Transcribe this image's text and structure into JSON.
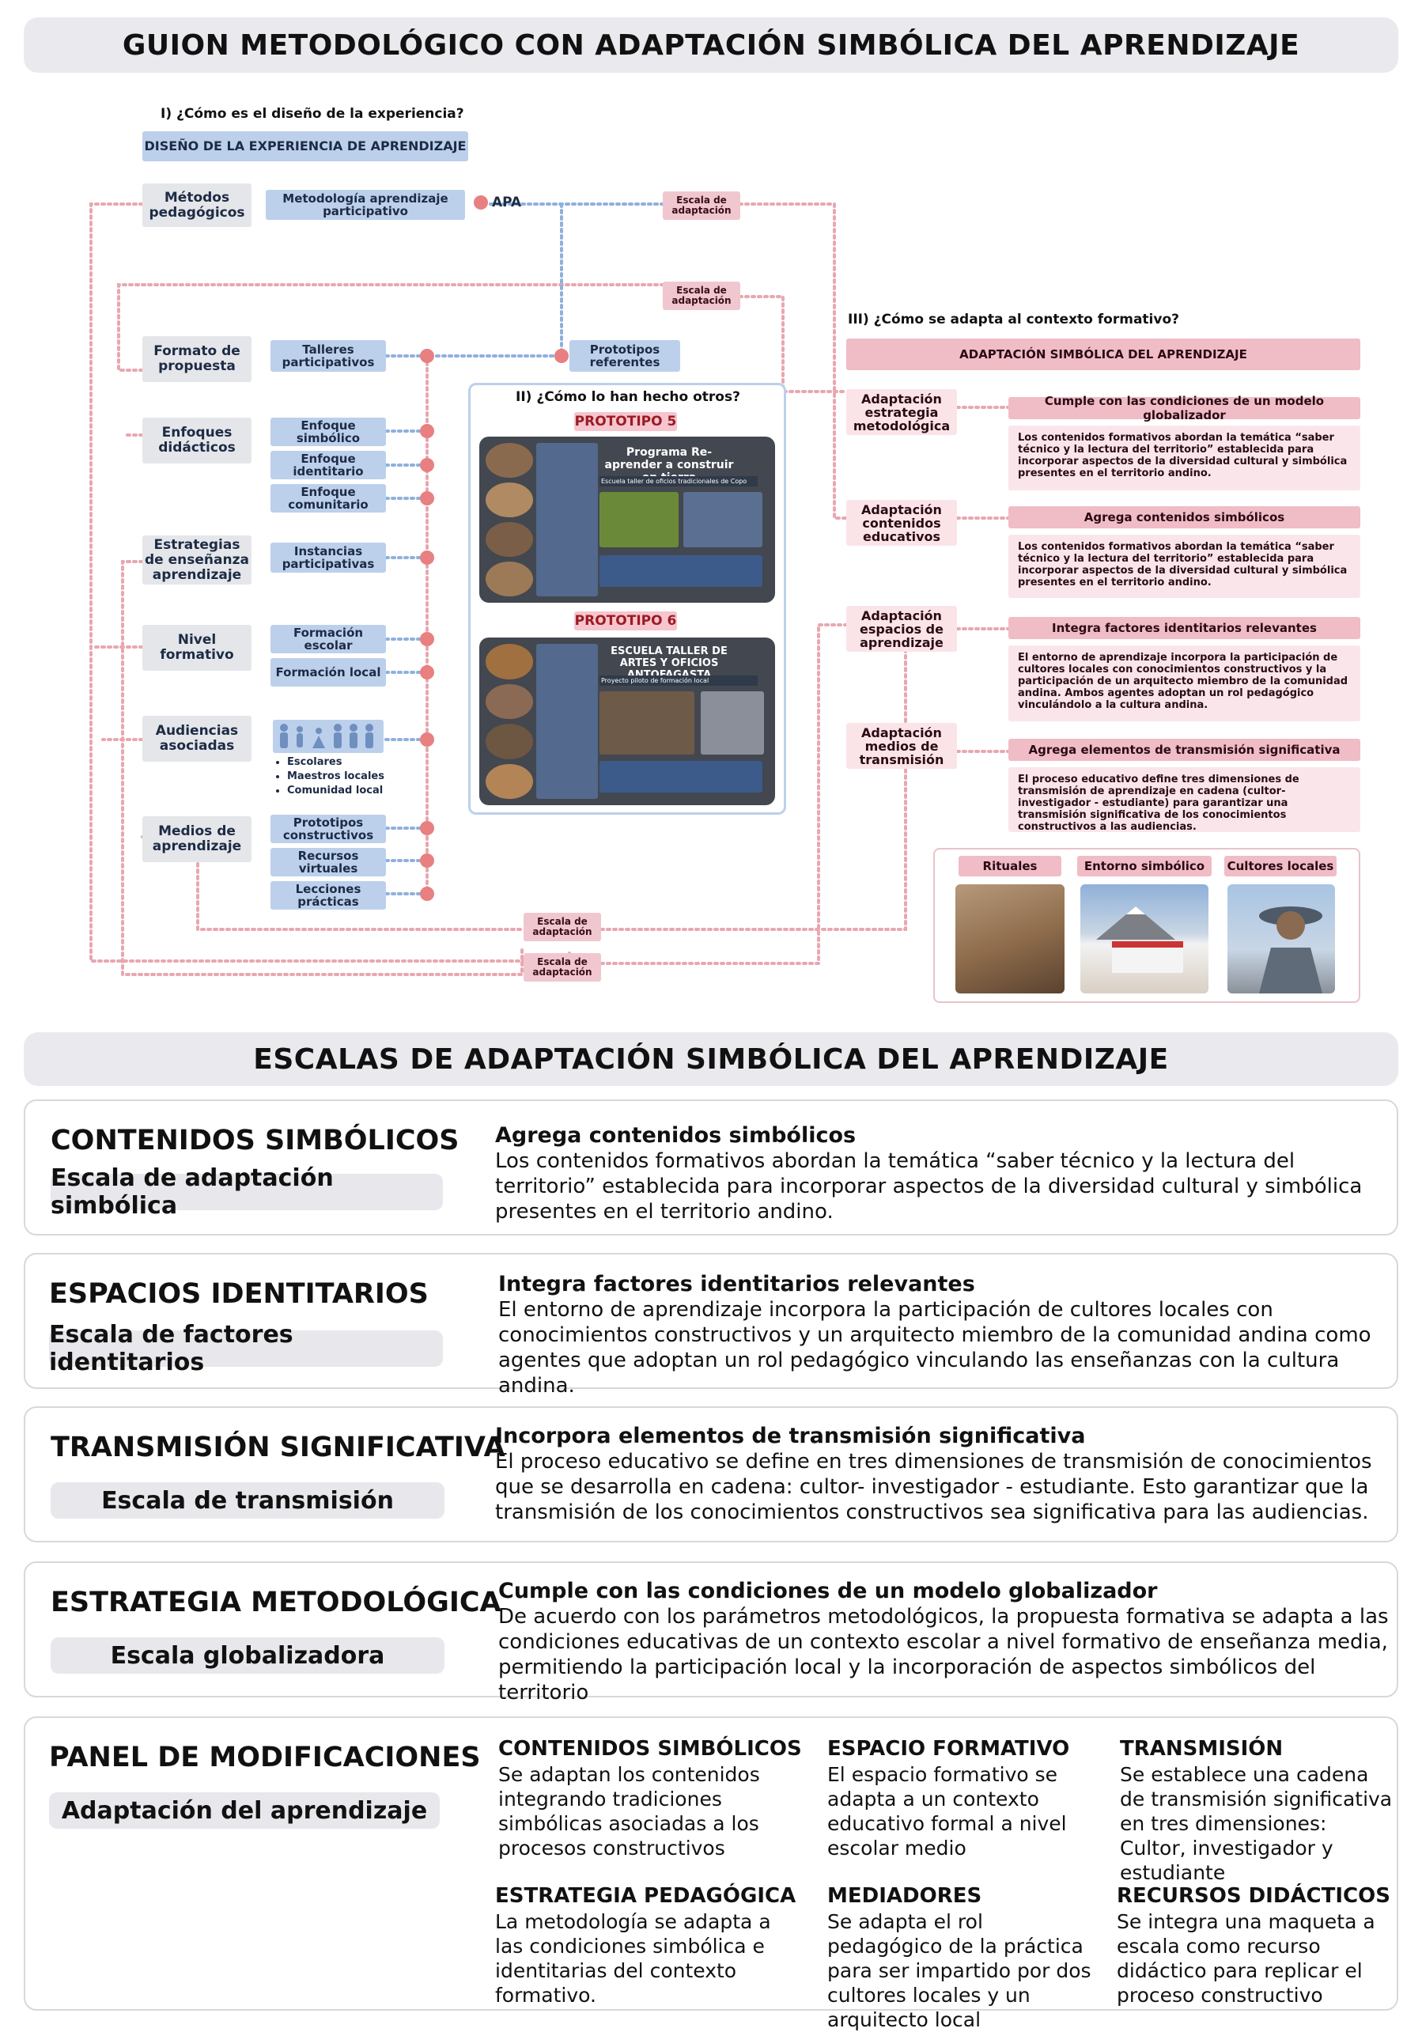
{
  "title": "GUION METODOLÓGICO CON ADAPTACIÓN SIMBÓLICA DEL APRENDIZAJE",
  "section1": {
    "question": "I) ¿Cómo es el diseño de la experiencia?",
    "header": "DISEÑO DE LA EXPERIENCIA DE APRENDIZAJE",
    "rows": {
      "metodos": "Métodos pedagógicos",
      "formato": "Formato de propuesta",
      "enfoques": "Enfoques didácticos",
      "estrategias": "Estrategias de enseñanza aprendizaje",
      "nivel": "Nivel formativo",
      "audiencias": "Audiencias asociadas",
      "medios": "Medios de aprendizaje"
    },
    "items": {
      "metodologia": "Metodología aprendizaje participativo",
      "apa": "APA",
      "talleres": "Talleres participativos",
      "prototipos_ref": "Prototipos referentes",
      "enf_simbolico": "Enfoque simbólico",
      "enf_identitario": "Enfoque identitario",
      "enf_comunitario": "Enfoque comunitario",
      "instancias": "Instancias participativas",
      "form_escolar": "Formación escolar",
      "form_local": "Formación local",
      "proto_constructivos": "Prototipos constructivos",
      "recursos_virtuales": "Recursos virtuales",
      "lecciones": "Lecciones prácticas"
    },
    "audiences": [
      "Escolares",
      "Maestros locales",
      "Comunidad local"
    ],
    "escala": "Escala de adaptación"
  },
  "section2": {
    "question": "II) ¿Cómo lo han hecho otros?",
    "proto5_label": "PROTOTIPO 5",
    "proto5_title": "Programa Re-aprender a construir en tierra",
    "proto5_sub": "Escuela taller de oficios tradicionales de Copo",
    "proto6_label": "PROTOTIPO 6",
    "proto6_title": "ESCUELA TALLER DE ARTES Y OFICIOS ANTOFAGASTA",
    "proto6_sub": "Proyecto piloto de formación local"
  },
  "section3": {
    "question": "III) ¿Cómo se adapta al contexto formativo?",
    "header": "ADAPTACIÓN SIMBÓLICA DEL APRENDIZAJE",
    "rows": [
      {
        "label": "Adaptación estrategia metodológica",
        "title": "Cumple con las condiciones de un modelo globalizador",
        "text": "Los contenidos formativos abordan la temática “saber técnico y la lectura del territorio” establecida para incorporar aspectos de la diversidad cultural y simbólica presentes en el territorio andino."
      },
      {
        "label": "Adaptación contenidos educativos",
        "title": "Agrega contenidos simbólicos",
        "text": "Los contenidos formativos abordan la temática “saber técnico y la lectura del territorio” establecida para incorporar aspectos de la diversidad cultural y simbólica presentes en el territorio andino."
      },
      {
        "label": "Adaptación espacios de aprendizaje",
        "title": "Integra factores identitarios relevantes",
        "text": "El entorno de aprendizaje incorpora la participación de cultores locales con conocimientos constructivos y la participación de un arquitecto miembro de la comunidad andina. Ambos agentes adoptan un rol pedagógico vinculándolo a la cultura andina."
      },
      {
        "label": "Adaptación medios de transmisión",
        "title": "Agrega elementos de transmisión significativa",
        "text": "El proceso educativo define tres dimensiones de transmisión de aprendizaje en cadena (cultor- investigador - estudiante) para garantizar una transmisión significativa de los conocimientos constructivos a las audiencias."
      }
    ],
    "photos": [
      "Rituales",
      "Entorno simbólico",
      "Cultores locales"
    ]
  },
  "scales": {
    "title": "ESCALAS DE ADAPTACIÓN SIMBÓLICA DEL APRENDIZAJE",
    "panels": [
      {
        "title": "CONTENIDOS SIMBÓLICOS",
        "sub": "Escala de adaptación simbólica",
        "head": "Agrega contenidos simbólicos",
        "body": "Los contenidos formativos abordan la temática “saber técnico y la lectura del territorio” establecida para incorporar aspectos de la diversidad cultural y simbólica presentes en el territorio andino."
      },
      {
        "title": "ESPACIOS IDENTITARIOS",
        "sub": "Escala de factores identitarios",
        "head": "Integra factores identitarios relevantes",
        "body": "El entorno de aprendizaje incorpora la participación de cultores locales con conocimientos constructivos y un arquitecto miembro de la comunidad andina como agentes que adoptan un rol pedagógico vinculando las enseñanzas con la cultura andina."
      },
      {
        "title": "TRANSMISIÓN SIGNIFICATIVA",
        "sub": "Escala de transmisión",
        "head": "Incorpora elementos de transmisión significativa",
        "body": "El proceso educativo se define en tres dimensiones de transmisión de conocimientos que se desarrolla en cadena: cultor- investigador - estudiante. Esto garantizar que la transmisión de los conocimientos constructivos sea significativa para las audiencias."
      },
      {
        "title": "ESTRATEGIA METODOLÓGICA",
        "sub": "Escala globalizadora",
        "head": "Cumple con las condiciones de un modelo globalizador",
        "body": "De acuerdo con los parámetros metodológicos, la propuesta formativa se adapta a las condiciones educativas de un contexto escolar a nivel formativo de enseñanza media, permitiendo la participación local y la incorporación de aspectos simbólicos del territorio"
      }
    ],
    "mods": {
      "title": "PANEL DE MODIFICACIONES",
      "sub": "Adaptación del aprendizaje",
      "items": [
        {
          "head": "CONTENIDOS SIMBÓLICOS",
          "body": "Se adaptan los contenidos integrando tradiciones simbólicas asociadas a los procesos constructivos"
        },
        {
          "head": "ESPACIO FORMATIVO",
          "body": "El espacio formativo se adapta a un contexto educativo formal a nivel escolar medio"
        },
        {
          "head": "TRANSMISIÓN",
          "body": "Se establece una cadena de transmisión significativa en tres dimensiones: Cultor, investigador y estudiante"
        },
        {
          "head": "ESTRATEGIA PEDAGÓGICA",
          "body": "La metodología se adapta a las condiciones simbólica e identitarias del contexto formativo."
        },
        {
          "head": "MEDIADORES",
          "body": "Se adapta el rol pedagógico de la práctica para ser impartido por dos cultores locales y un arquitecto local"
        },
        {
          "head": "RECURSOS DIDÁCTICOS",
          "body": "Se integra una maqueta a escala como recurso didáctico para replicar el proceso constructivo"
        }
      ]
    }
  }
}
